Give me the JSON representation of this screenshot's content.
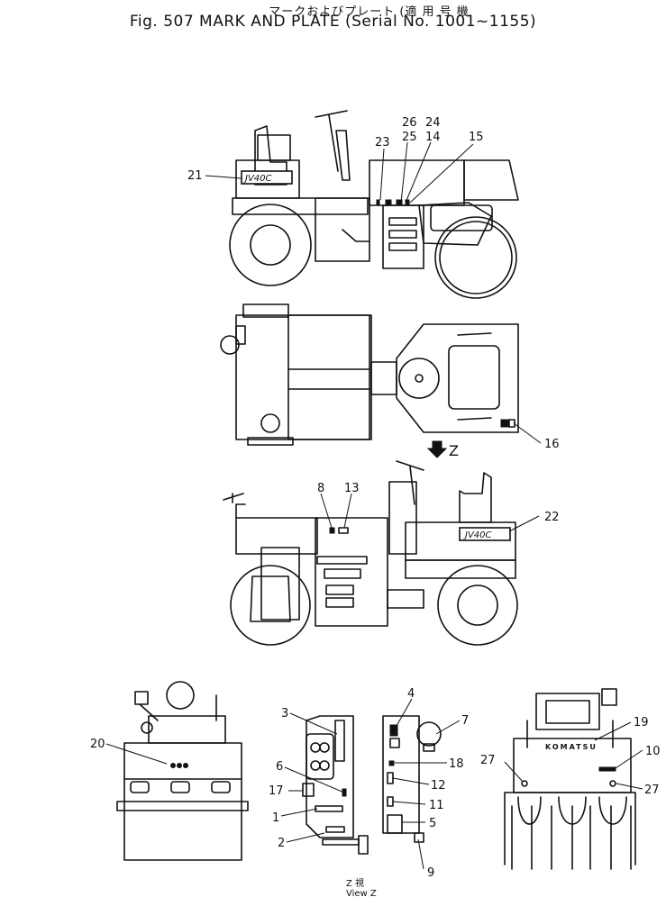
{
  "title": {
    "jp": "マークおよびプレート (適 用 号 機",
    "en": "Fig. 507 MARK AND PLATE (Serial No. 1001~1155)"
  },
  "decals": {
    "model": "JV40C",
    "brand": "KOMATSU"
  },
  "direction_arrow": "Z",
  "view_caption": {
    "jp": "Z 視",
    "en": "View Z"
  },
  "callouts": [
    "1",
    "2",
    "3",
    "4",
    "5",
    "6",
    "7",
    "8",
    "9",
    "10",
    "11",
    "12",
    "13",
    "14",
    "15",
    "16",
    "17",
    "18",
    "19",
    "20",
    "21",
    "22",
    "23",
    "24",
    "25",
    "26",
    "27"
  ]
}
